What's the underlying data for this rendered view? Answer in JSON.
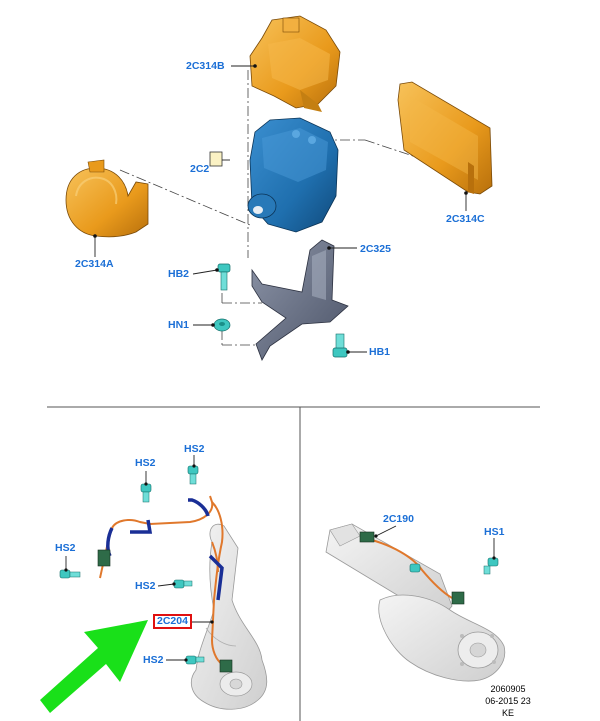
{
  "labels": {
    "bracket_top": "2C314B",
    "module": "2C2",
    "bracket_right": "2C314C",
    "bracket_left": "2C314A",
    "mount_bracket": "2C325",
    "bolt_hb2": "HB2",
    "nut_hn1": "HN1",
    "bolt_hb1": "HB1",
    "hs2_a": "HS2",
    "hs2_b": "HS2",
    "hs2_c": "HS2",
    "hs2_d": "HS2",
    "hs2_e": "HS2",
    "sensor_highlight": "2C204",
    "sensor_rear": "2C190",
    "hs1": "HS1"
  },
  "reference": {
    "line1": "2060905",
    "line2": "06-2015 23",
    "line3": "KE"
  },
  "colors": {
    "label_blue": "#1b6fd6",
    "highlight_red": "#e01010",
    "arrow_green": "#19e019",
    "module_blue": "#1f6fae",
    "bracket_orange": "#e99a1c",
    "harness_navy": "#1a2f96",
    "harness_orange": "#e0782c",
    "fastener_teal": "#3ec7c0"
  }
}
